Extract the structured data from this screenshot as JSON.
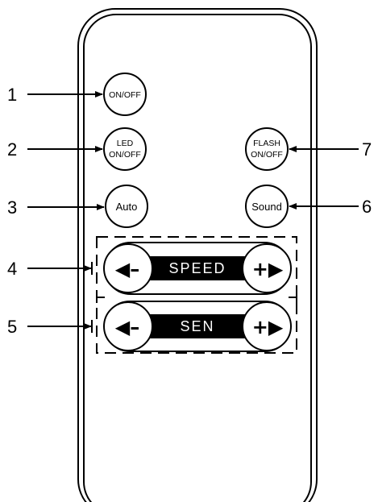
{
  "callouts": [
    "1",
    "2",
    "3",
    "4",
    "5",
    "6",
    "7"
  ],
  "buttons": {
    "onoff": "ON/OFF",
    "led_line1": "LED",
    "led_line2": "ON/OFF",
    "flash_line1": "FLASH",
    "flash_line2": "ON/OFF",
    "auto": "Auto",
    "sound": "Sound"
  },
  "speed": {
    "label": "SPEED",
    "minus": "◀–",
    "plus": "+▶"
  },
  "sen": {
    "label": "SEN",
    "minus": "◀–",
    "plus": "+▶"
  }
}
